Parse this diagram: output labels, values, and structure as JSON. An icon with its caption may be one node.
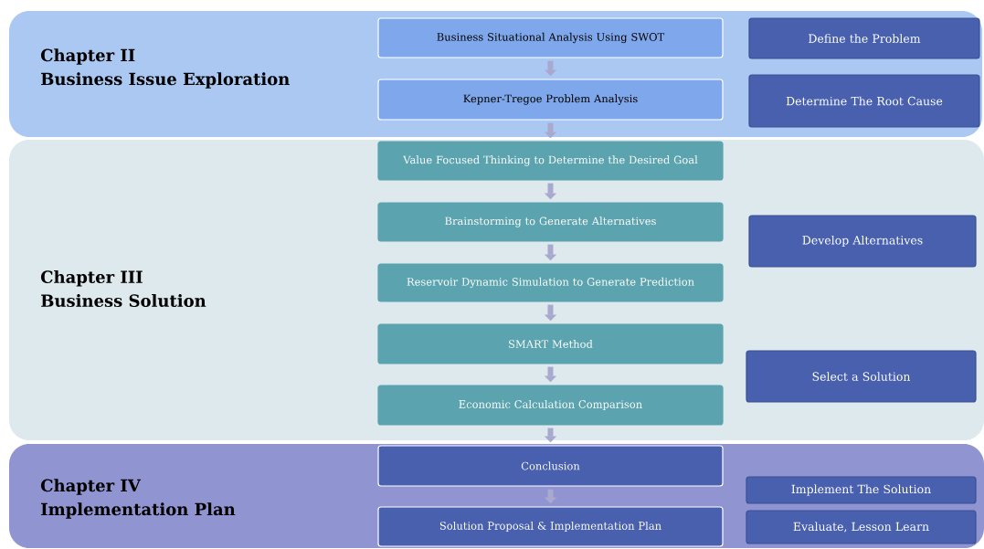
{
  "diagram": {
    "nodes": [
      {
        "text": [
          "Chapter II",
          "Business Issue Exploration"
        ]
      },
      {
        "text": [
          "Business Situational Analysis Using SWOT"
        ],
        "in": 0
      },
      {
        "text": [
          "Kepner-Tregoe Problem Analysis"
        ],
        "in": 0
      },
      {
        "text": [
          "Define the Problem"
        ],
        "in": 0
      },
      {
        "text": [
          "Determine The Root Cause"
        ],
        "in": 0
      },
      {
        "text": [
          "Chapter III",
          "Business Solution"
        ]
      },
      {
        "text": [
          "Value Focused Thinking to Determine the Desired Goal"
        ],
        "in": 5
      },
      {
        "text": [
          "Brainstorming to Generate Alternatives"
        ],
        "in": 5
      },
      {
        "text": [
          "Reservoir Dynamic Simulation to Generate Prediction"
        ],
        "in": 5
      },
      {
        "text": [
          "SMART Method"
        ],
        "in": 5
      },
      {
        "text": [
          "Economic Calculation Comparison"
        ],
        "in": 5
      },
      {
        "text": [
          "Develop Alternatives"
        ],
        "in": 5
      },
      {
        "text": [
          "Select a Solution"
        ],
        "in": 5
      },
      {
        "text": [
          "Chapter IV",
          "Implementation Plan"
        ]
      },
      {
        "text": [
          "Conclusion"
        ],
        "in": 13
      },
      {
        "text": [
          "Solution Proposal & Implementation Plan"
        ],
        "in": 13
      },
      {
        "text": [
          "Implement The Solution"
        ],
        "in": 13
      },
      {
        "text": [
          "Evaluate, Lesson Learn"
        ],
        "in": 13
      }
    ],
    "edges": [
      {
        "from": 1,
        "to": 2,
        "arrow": "to"
      },
      {
        "from": 2,
        "to": 6,
        "arrow": "to"
      },
      {
        "from": 6,
        "to": 7,
        "arrow": "to"
      },
      {
        "from": 7,
        "to": 8,
        "arrow": "to"
      },
      {
        "from": 8,
        "to": 9,
        "arrow": "to"
      },
      {
        "from": 9,
        "to": 10,
        "arrow": "to"
      },
      {
        "from": 10,
        "to": 14,
        "arrow": "to"
      },
      {
        "from": 14,
        "to": 15,
        "arrow": "to"
      }
    ]
  }
}
